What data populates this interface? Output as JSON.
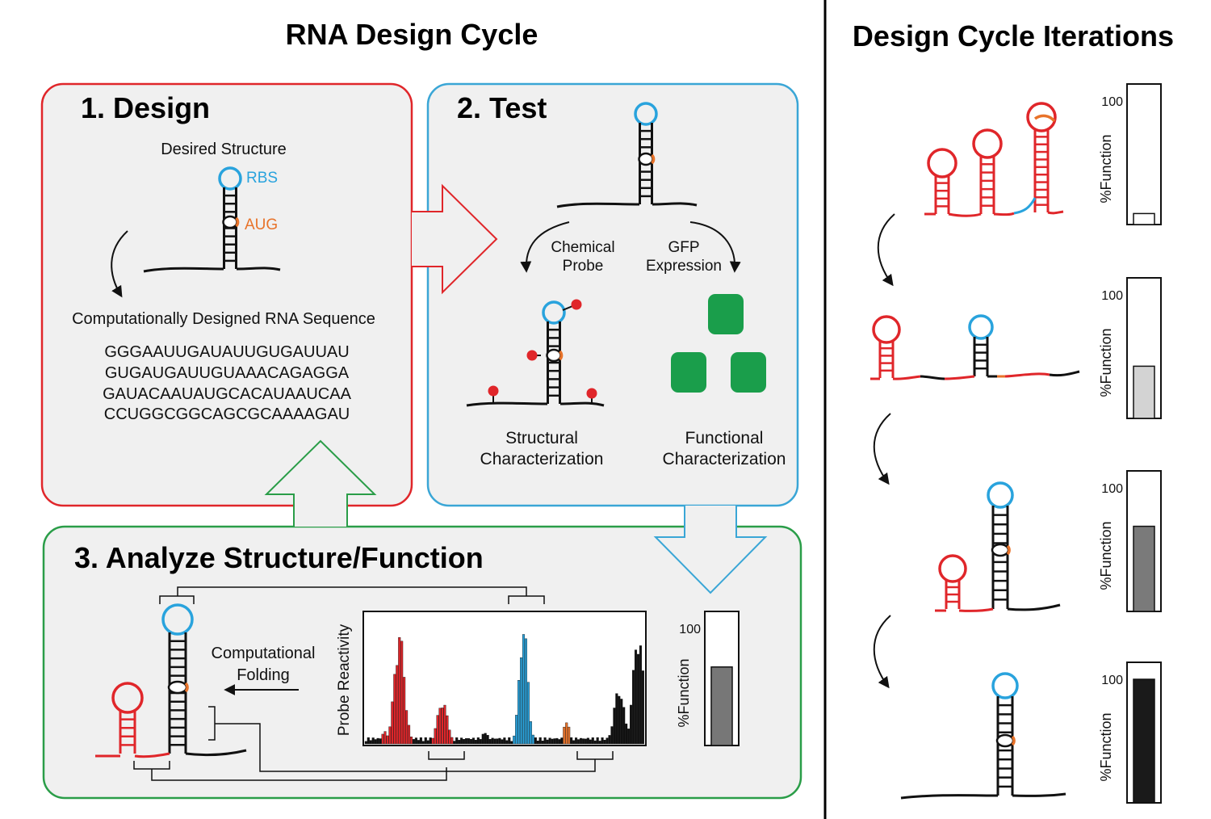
{
  "titles": {
    "main": "RNA Design Cycle",
    "iterations": "Design Cycle Iterations"
  },
  "design": {
    "heading": "1. Design",
    "desired_structure": "Desired Structure",
    "rbs": "RBS",
    "aug": "AUG",
    "seq_label": "Computationally Designed RNA Sequence",
    "sequence": [
      "GGGAAUUGAUAUUGUGAUUAU",
      "GUGAUGAUUGUAAACAGAGGA",
      "GAUACAAUAUGCACAUAAUCAA",
      "CCUGGCGGCAGCGCAAAAGAU"
    ]
  },
  "test": {
    "heading": "2. Test",
    "chemical_probe": [
      "Chemical",
      "Probe"
    ],
    "gfp_expression": [
      "GFP",
      "Expression"
    ],
    "structural": [
      "Structural",
      "Characterization"
    ],
    "functional": [
      "Functional",
      "Characterization"
    ]
  },
  "analyze": {
    "heading": "3. Analyze Structure/Function",
    "folding": [
      "Computational",
      "Folding"
    ],
    "probe_axis": "Probe Reactivity",
    "function_axis": "%Function",
    "function_max": "100",
    "function_value": 0.6
  },
  "iterations": {
    "axis": "%Function",
    "max_label": "100",
    "values": [
      0.08,
      0.38,
      0.62,
      0.9
    ]
  },
  "colors": {
    "design": "#e0262a",
    "test": "#3aa6d6",
    "analyze": "#2a9d48",
    "rbs": "#29a3dd",
    "aug": "#e8732a",
    "gfp": "#1a9e4b",
    "panel_bg": "#f0f0f0"
  }
}
